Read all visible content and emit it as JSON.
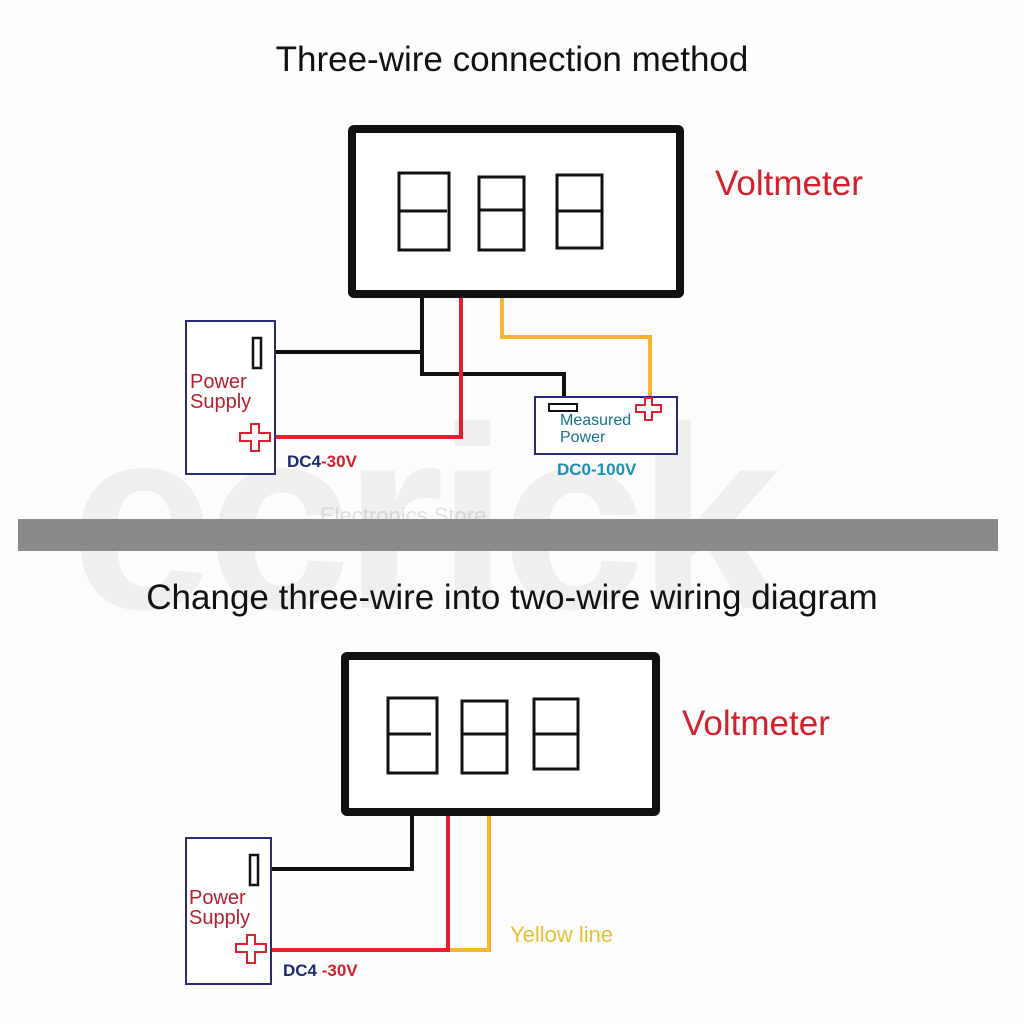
{
  "watermark": {
    "logo_text": "ecrick",
    "subtitle": "Electronics Store"
  },
  "top_diagram": {
    "title": "Three-wire connection method",
    "device_label": "Voltmeter",
    "power_supply": {
      "label_line1": "Power",
      "label_line2": "Supply",
      "range_prefix": "DC4",
      "range_suffix": "-30V"
    },
    "measured": {
      "label_line1": "Measured",
      "label_line2": "Power",
      "range": "DC0-100V"
    }
  },
  "bottom_diagram": {
    "title": "Change three-wire into two-wire wiring diagram",
    "device_label": "Voltmeter",
    "power_supply": {
      "label_line1": "Power",
      "label_line2": "Supply",
      "range_prefix": "DC4",
      "range_suffix": " -30V"
    },
    "wire_note": "Yellow line"
  },
  "colors": {
    "black_wire": "#111111",
    "red_wire": "#e0202a",
    "yellow_wire": "#f5b52e",
    "box_border": "#2a2a7a",
    "divider": "#8a8a8a",
    "measured_text": "#1a6f8f",
    "range_blue": "#1a2a6e",
    "range_cyan": "#1a8fb8"
  }
}
